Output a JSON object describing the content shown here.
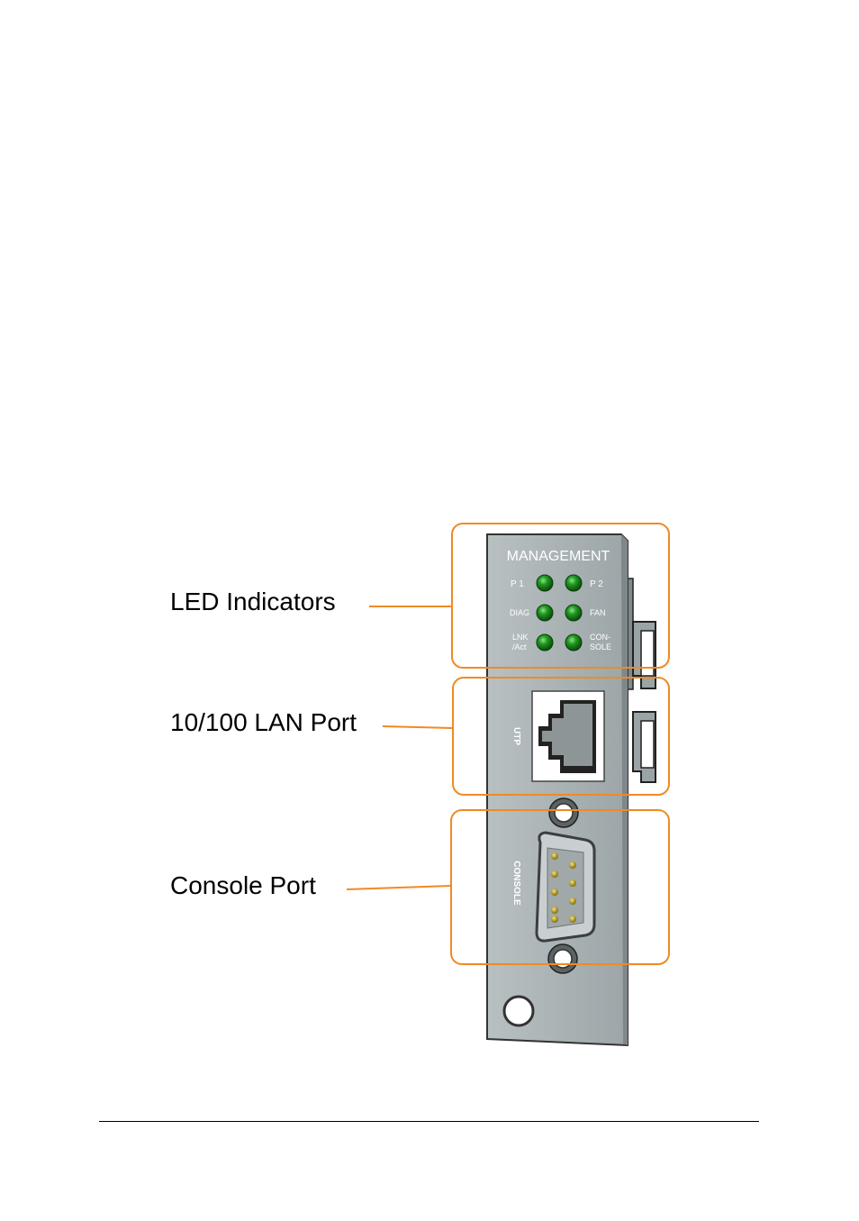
{
  "callouts": {
    "led": "LED Indicators",
    "lan": "10/100 LAN Port",
    "console": "Console Port"
  },
  "module": {
    "title": "MANAGEMENT",
    "leds": {
      "p1": "P 1",
      "p2": "P 2",
      "diag": "DIAG",
      "fan": "FAN",
      "lnk_line1": "LNK",
      "lnk_line2": "/Act",
      "con_line1": "CON-",
      "con_line2": "SOLE"
    },
    "utp_label": "UTP",
    "console_label": "CONSOLE"
  },
  "colors": {
    "highlight_box": "#f08a24",
    "panel": "#a9b2b4",
    "led_on": "#1e8a1e"
  }
}
